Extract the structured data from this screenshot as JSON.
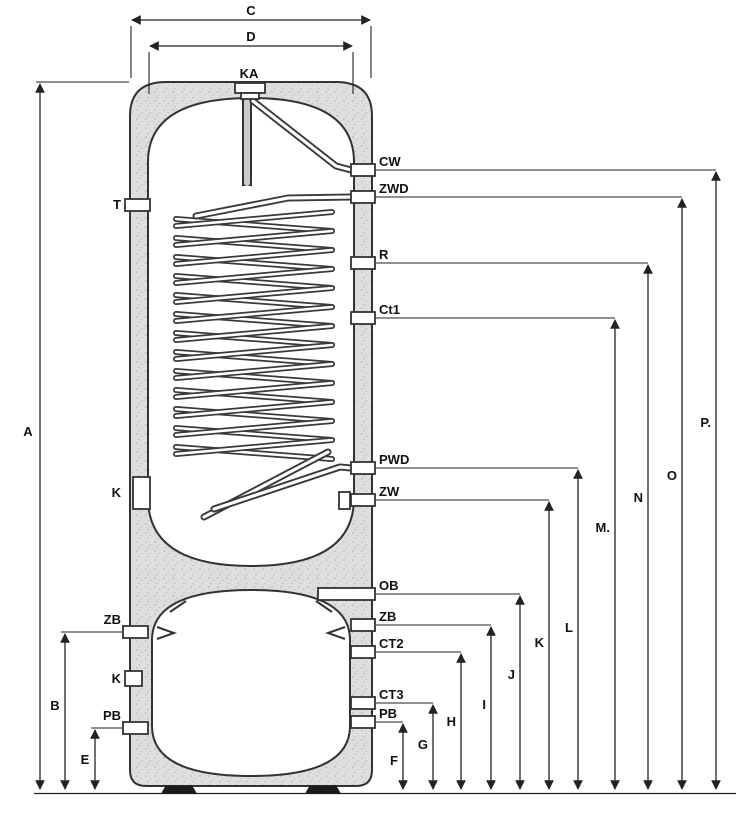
{
  "diagram_type": "storage-tank-dimension-drawing",
  "connections": {
    "ka": "KA",
    "t": "T",
    "k_flange": "K",
    "zb_left": "ZB",
    "k_left_lower": "K",
    "pb_left": "PB",
    "cw": "CW",
    "zwd": "ZWD",
    "r": "R",
    "ct1": "Ct1",
    "pwd": "PWD",
    "zw": "ZW",
    "ob": "OB",
    "zb_right": "ZB",
    "ct2": "CT2",
    "ct3": "CT3",
    "pb_right": "PB"
  },
  "dimensions": {
    "a": "A",
    "b": "B",
    "c": "C",
    "d": "D",
    "e": "E",
    "f": "F",
    "g": "G",
    "h": "H",
    "i": "I",
    "j": "J",
    "k": "K",
    "l": "L",
    "m": "M.",
    "n": "N",
    "o": "O",
    "p": "P."
  }
}
